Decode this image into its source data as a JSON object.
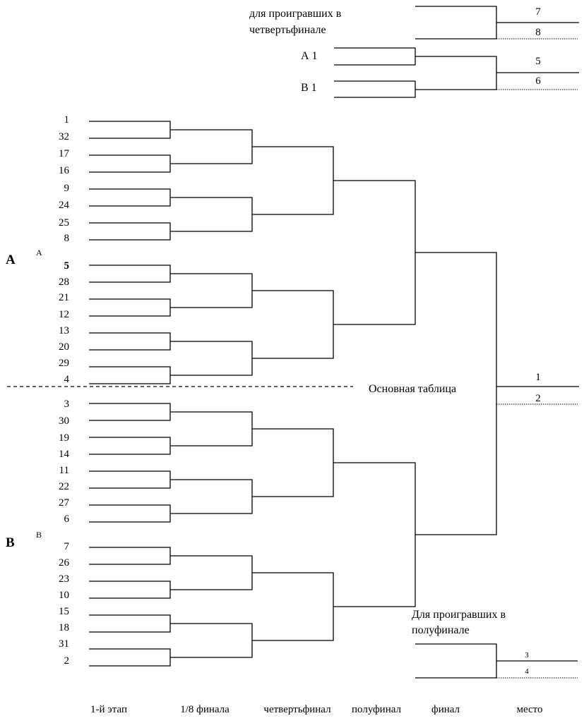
{
  "seeds_a": [
    "1",
    "32",
    "17",
    "16",
    "9",
    "24",
    "25",
    "8",
    "5",
    "28",
    "21",
    "12",
    "13",
    "20",
    "29",
    "4"
  ],
  "seeds_b": [
    "3",
    "30",
    "19",
    "14",
    "11",
    "22",
    "27",
    "6",
    "7",
    "26",
    "23",
    "10",
    "15",
    "18",
    "31",
    "2"
  ],
  "half_a": {
    "big": "A",
    "small": "A"
  },
  "half_b": {
    "big": "B",
    "small": "B"
  },
  "main_table_label": "Основная таблица",
  "final_places": {
    "first": "1",
    "second": "2"
  },
  "qf_losers": {
    "title_line1": "для проигравших в",
    "title_line2": "четвертьфинале",
    "place_7": "7",
    "place_8": "8",
    "entry_a": "А 1",
    "entry_b": "В 1",
    "place_5": "5",
    "place_6": "6"
  },
  "sf_losers": {
    "title_line1": "Для проигравших в",
    "title_line2": "полуфинале",
    "place_3": "3",
    "place_4": "4"
  },
  "round_labels": [
    "1-й этап",
    "1/8 финала",
    "четвертьфинал",
    "полуфинал",
    "финал",
    "место"
  ]
}
